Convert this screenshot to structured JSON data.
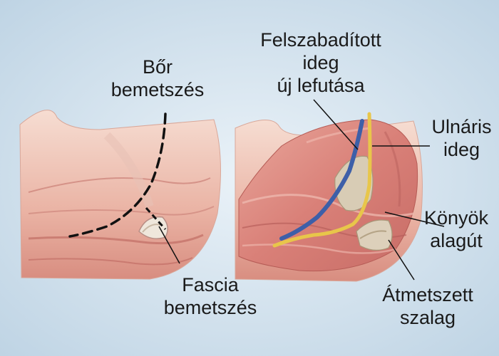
{
  "labels": {
    "skin_incision": [
      "Bőr",
      "bemetszés"
    ],
    "fascia_incision": [
      "Fascia",
      "bemetszés"
    ],
    "released_nerve": [
      "Felszabadított",
      "ideg",
      "új lefutása"
    ],
    "ulnar_nerve": [
      "Ulnáris",
      "ideg"
    ],
    "cubital_tunnel": [
      "Könyök",
      "alagút"
    ],
    "cut_ligament": [
      "Átmetszett",
      "szalag"
    ]
  },
  "colors": {
    "background": "#c9dbe8",
    "skin_light": "#f2d2c6",
    "muscle": "#d98d86",
    "muscle_dark": "#b9625d",
    "ulnar_nerve": "#e8c64a",
    "rerouted_nerve": "#3d5fa8",
    "bone": "#d8ccb5",
    "incision": "#111111"
  }
}
